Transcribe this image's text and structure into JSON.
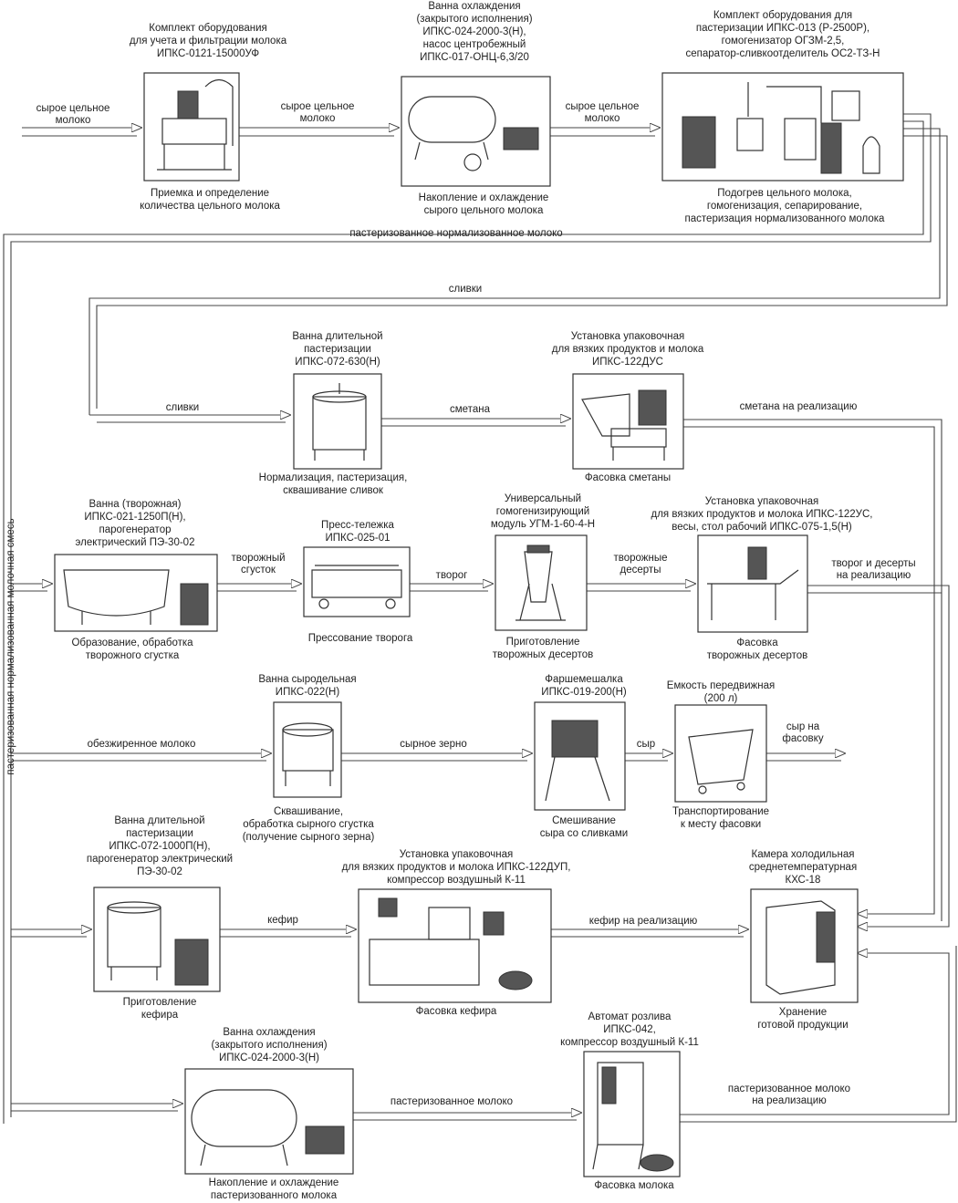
{
  "side_label": "пастеризованная нормализованная молочная смесь",
  "stages": [
    {
      "id": "s1",
      "equipment": "Комплект оборудования\nдля учета и фильтрации молока\nИПКС-0121-15000УФ",
      "process": "Приемка и определение\nколичества цельного молока"
    },
    {
      "id": "s2",
      "equipment": "Ванна охлаждения\n(закрытого исполнения)\nИПКС-024-2000-3(Н),\nнасос центробежный\nИПКС-017-ОНЦ-6,3/20",
      "process": "Накопление и охлаждение\nсырого цельного молока"
    },
    {
      "id": "s3",
      "equipment": "Комплект оборудования для\nпастеризации ИПКС-013 (Р-2500Р),\nгомогенизатор ОГЗМ-2,5,\nсепаратор-сливкоотделитель ОС2-ТЗ-Н",
      "process": "Подогрев цельного молока,\nгомогенизация, сепарирование,\nпастеризация нормализованного молока"
    },
    {
      "id": "s4",
      "equipment": "Ванна длительной\nпастеризации\nИПКС-072-630(Н)",
      "process": "Нормализация, пастеризация,\nсквашивание сливок"
    },
    {
      "id": "s5",
      "equipment": "Установка упаковочная\nдля вязких продуктов и молока\nИПКС-122ДУС",
      "process": "Фасовка  сметаны"
    },
    {
      "id": "s6",
      "equipment": "Ванна (творожная)\nИПКС-021-1250П(Н),\nпарогенератор\nэлектрический ПЭ-30-02",
      "process": "Образование, обработка\nтворожного сгустка"
    },
    {
      "id": "s7",
      "equipment": "Пресс-тележка\nИПКС-025-01",
      "process": "Прессование  творога"
    },
    {
      "id": "s8",
      "equipment": "Универсальный\nгомогенизирующий\nмодуль УГМ-1-60-4-Н",
      "process": "Приготовление\nтворожных десертов"
    },
    {
      "id": "s9",
      "equipment": "Установка упаковочная\nдля вязких продуктов и молока ИПКС-122УС,\nвесы, стол рабочий ИПКС-075-1,5(Н)",
      "process": "Фасовка\nтворожных десертов"
    },
    {
      "id": "s10",
      "equipment": "Ванна сыродельная\nИПКС-022(Н)",
      "process": "Сквашивание,\nобработка сырного сгустка\n(получение сырного зерна)"
    },
    {
      "id": "s11",
      "equipment": "Фаршемешалка\nИПКС-019-200(Н)",
      "process": "Смешивание\nсыра со сливками"
    },
    {
      "id": "s12",
      "equipment": "Емкость передвижная\n(200 л)",
      "process": "Транспортирование\nк месту фасовки"
    },
    {
      "id": "s13",
      "equipment": "Ванна длительной\nпастеризации\nИПКС-072-1000П(Н),\nпарогенератор электрический\nПЭ-30-02",
      "process": "Приготовление\nкефира"
    },
    {
      "id": "s14",
      "equipment": "Установка упаковочная\nдля вязких продуктов и молока ИПКС-122ДУП,\nкомпрессор воздушный К-11",
      "process": "Фасовка кефира"
    },
    {
      "id": "s15",
      "equipment": "Камера холодильная\nсреднетемпературная\nКХС-18",
      "process": "Хранение\nготовой продукции"
    },
    {
      "id": "s16",
      "equipment": "Ванна охлаждения\n(закрытого исполнения)\nИПКС-024-2000-3(Н)",
      "process": "Накопление и охлаждение\nпастеризованного молока"
    },
    {
      "id": "s17",
      "equipment": "Автомат розлива\nИПКС-042,\nкомпрессор воздушный К-11",
      "process": "Фасовка молока"
    }
  ],
  "flows": [
    {
      "id": "f1",
      "text": "сырое цельное\nмолоко"
    },
    {
      "id": "f2",
      "text": "сырое цельное\nмолоко"
    },
    {
      "id": "f3",
      "text": "сырое цельное\nмолоко"
    },
    {
      "id": "f4",
      "text": "пастеризованное нормализованное  молоко"
    },
    {
      "id": "f5",
      "text": "сливки"
    },
    {
      "id": "f6",
      "text": "сливки"
    },
    {
      "id": "f7",
      "text": "сметана"
    },
    {
      "id": "f8",
      "text": "сметана на реализацию"
    },
    {
      "id": "f9",
      "text": "творожный\nсгусток"
    },
    {
      "id": "f10",
      "text": "творог"
    },
    {
      "id": "f11",
      "text": "творожные\nдесерты"
    },
    {
      "id": "f12",
      "text": "творог и десерты\nна реализацию"
    },
    {
      "id": "f13",
      "text": "обезжиренное молоко"
    },
    {
      "id": "f14",
      "text": "сырное зерно"
    },
    {
      "id": "f15",
      "text": "сыр"
    },
    {
      "id": "f16",
      "text": "сыр на\nфасовку"
    },
    {
      "id": "f17",
      "text": "кефир"
    },
    {
      "id": "f18",
      "text": "кефир на реализацию"
    },
    {
      "id": "f19",
      "text": "пастеризованное молоко"
    },
    {
      "id": "f20",
      "text": "пастеризованное молоко\nна реализацию"
    }
  ]
}
